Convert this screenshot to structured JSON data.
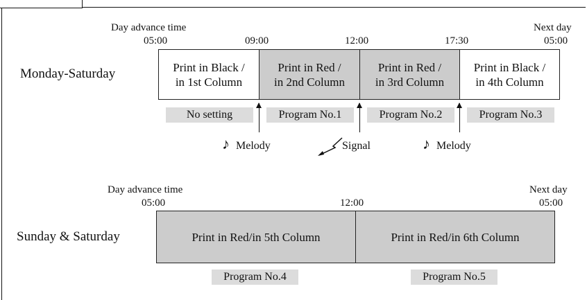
{
  "weekday": {
    "row_label": "Monday-Saturday",
    "day_advance_label": "Day advance time",
    "next_day_label": "Next day",
    "times": [
      "05:00",
      "09:00",
      "12:00",
      "17:30",
      "05:00"
    ],
    "segments": [
      {
        "line1": "Print in Black /",
        "line2": "in 1st Column"
      },
      {
        "line1": "Print in Red /",
        "line2": "in 2nd Column"
      },
      {
        "line1": "Print in Red /",
        "line2": "in 3rd Column"
      },
      {
        "line1": "Print in Black /",
        "line2": "in 4th Column"
      }
    ],
    "programs": [
      "No setting",
      "Program No.1",
      "Program No.2",
      "Program No.3"
    ],
    "signals": [
      {
        "icon": "music-note-icon",
        "label": "Melody"
      },
      {
        "icon": "lightning-arrow-icon",
        "label": "Signal"
      },
      {
        "icon": "music-note-icon",
        "label": "Melody"
      }
    ]
  },
  "weekend": {
    "row_label": "Sunday & Saturday",
    "day_advance_label": "Day advance time",
    "next_day_label": "Next day",
    "times": [
      "05:00",
      "12:00",
      "05:00"
    ],
    "segments": [
      {
        "line1": "Print in Red/in 5th Column"
      },
      {
        "line1": "Print in Red/in 6th Column"
      }
    ],
    "programs": [
      "Program No.4",
      "Program No.5"
    ]
  },
  "colors": {
    "red_fill": "#cccccc",
    "program_fill": "#dcdcdc"
  }
}
